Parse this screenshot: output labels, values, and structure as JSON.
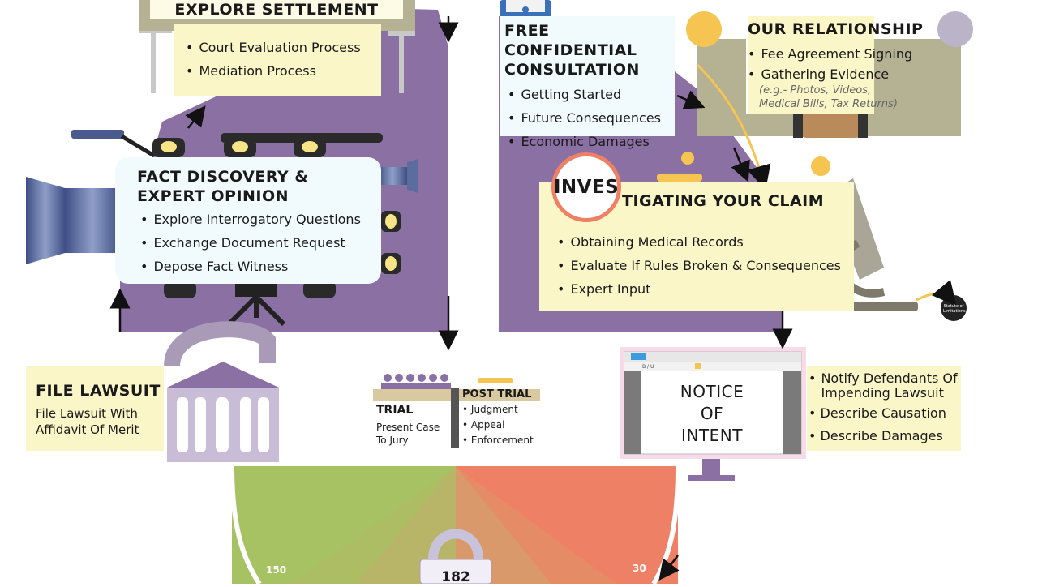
{
  "explore_settlement": {
    "title": "EXPLORE SETTLEMENT",
    "items": [
      "Court Evaluation Process",
      "Mediation Process"
    ]
  },
  "fact_discovery": {
    "title_line1": "FACT DISCOVERY &",
    "title_line2": "EXPERT OPINION",
    "items": [
      "Explore Interrogatory Questions",
      "Exchange Document Request",
      "Depose Fact Witness"
    ]
  },
  "consultation": {
    "title_line1": "FREE CONFIDENTIAL",
    "title_line2": "CONSULTATION",
    "items": [
      "Getting Started",
      "Future Consequences",
      "Economic Damages"
    ]
  },
  "relationship": {
    "title": "OUR RELATIONSHIP",
    "items": [
      "Fee Agreement Signing",
      "Gathering Evidence"
    ],
    "evidence_note_line1": "(e.g.- Photos, Videos,",
    "evidence_note_line2": "Medical Bills, Tax Returns)"
  },
  "investigating": {
    "title_magnified": "INVES",
    "title_rest": "TIGATING YOUR CLAIM",
    "items": [
      "Obtaining Medical Records",
      "Evaluate If Rules Broken & Consequences",
      "Expert Input"
    ],
    "clock_label": "Statute of Limitations"
  },
  "file_lawsuit": {
    "title": "FILE LAWSUIT",
    "desc_line1": "File Lawsuit With",
    "desc_line2": "Affidavit Of Merit"
  },
  "trial": {
    "title": "TRIAL",
    "desc_line1": "Present Case",
    "desc_line2": "To Jury"
  },
  "post_trial": {
    "title": "POST TRIAL",
    "items": [
      "Judgment",
      "Appeal",
      "Enforcement"
    ]
  },
  "notice": {
    "line1": "NOTICE",
    "line2": "OF",
    "line3": "INTENT",
    "items": [
      "Notify Defendants Of Impending Lawsuit",
      "Describe Causation",
      "Describe Damages"
    ],
    "toolbar_text": "B / U"
  },
  "timeline": {
    "left_label": "150",
    "right_label": "30",
    "lock_value": "182"
  },
  "colors": {
    "purple": "#8b70a4",
    "cream": "#fbf6c7",
    "mint": "#f1fbfd",
    "olive": "#b5b294",
    "gold": "#f5c451",
    "green": "#a6c263",
    "coral": "#ee8065"
  }
}
